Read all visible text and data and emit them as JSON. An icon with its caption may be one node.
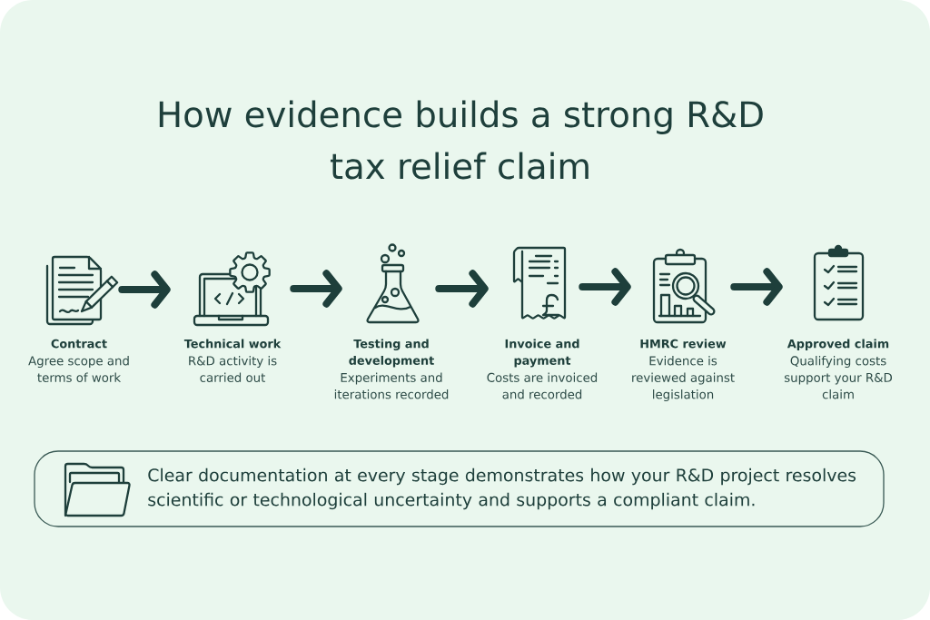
{
  "diagram": {
    "title": "How evidence builds a strong R&D tax relief claim",
    "nodes": [
      {
        "text": [],
        "shape": "picture",
        "beside": [
          "Contract",
          "Agree scope and terms of work"
        ]
      },
      {
        "text": [],
        "shape": "picture",
        "beside": [
          "Technical work",
          "R&D activity is carried out"
        ]
      },
      {
        "text": [],
        "shape": "picture",
        "beside": [
          "Testing and development",
          "Experiments and iterations recorded"
        ]
      },
      {
        "text": [],
        "shape": "picture",
        "beside": [
          "Invoice and payment",
          "Costs are invoiced and recorded"
        ]
      },
      {
        "text": [],
        "shape": "picture",
        "beside": [
          "HMRC review",
          "Evidence is reviewed against legislation"
        ]
      },
      {
        "text": [],
        "shape": "picture",
        "beside": [
          "Approved claim",
          "Qualifying costs support your R&D claim"
        ]
      },
      {
        "text": [
          "Clear documentation at every stage demonstrates how your R&D project resolves scientific or technological uncertainty and supports a compliant claim."
        ]
      }
    ],
    "edges": [
      {
        "from": 0,
        "to": 1,
        "arrow": "to"
      },
      {
        "from": 1,
        "to": 2,
        "arrow": "to"
      },
      {
        "from": 2,
        "to": 3,
        "arrow": "to"
      },
      {
        "from": 3,
        "to": 4,
        "arrow": "to"
      },
      {
        "from": 4,
        "to": 5,
        "arrow": "to"
      }
    ]
  }
}
